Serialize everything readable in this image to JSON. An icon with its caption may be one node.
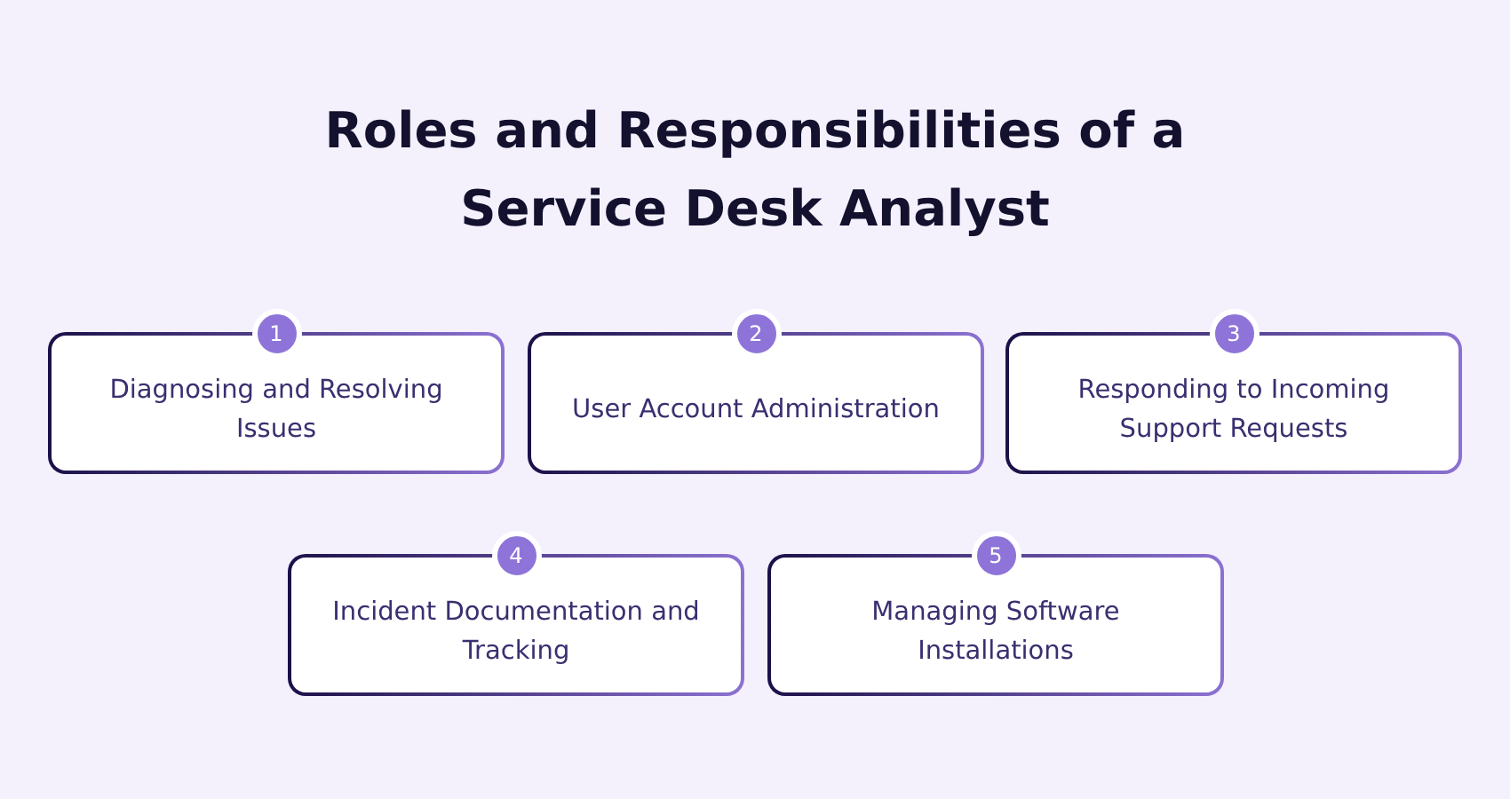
{
  "diagram": {
    "title": "Roles and Responsibilities of a Service Desk Analyst",
    "nodes": [
      {
        "text": [
          "1",
          "Diagnosing and Resolving Issues"
        ]
      },
      {
        "text": [
          "2",
          "User Account Administration"
        ]
      },
      {
        "text": [
          "3",
          "Responding to Incoming Support Requests"
        ]
      },
      {
        "text": [
          "4",
          "Incident Documentation and Tracking"
        ]
      },
      {
        "text": [
          "5",
          "Managing Software Installations"
        ]
      }
    ]
  }
}
